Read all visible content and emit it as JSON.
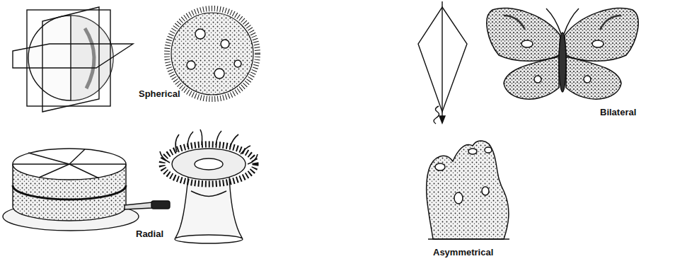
{
  "diagram": {
    "labels": [
      "Spherical",
      "Bilateral",
      "Radial",
      "Asymmetrical"
    ]
  }
}
